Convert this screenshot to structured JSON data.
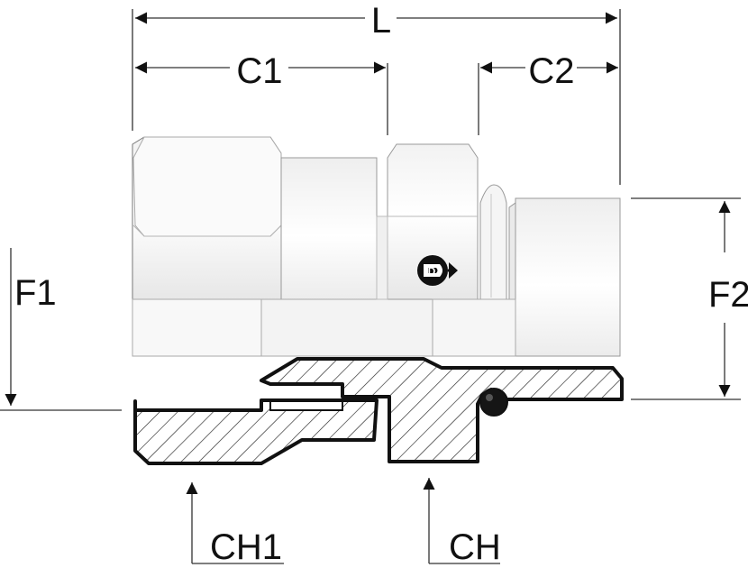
{
  "labels": {
    "l": "L",
    "c1": "C1",
    "c2": "C2",
    "f1": "F1",
    "f2": "F2",
    "ch1": "CH1",
    "ch": "CH"
  },
  "logo": {
    "letter": "D"
  },
  "colors": {
    "line": "#111111",
    "body_light": "#f7f7f7",
    "body_mid": "#ededed",
    "body_dark": "#dcdcdc",
    "section_fill": "#ffffff",
    "oring": "#151515"
  }
}
